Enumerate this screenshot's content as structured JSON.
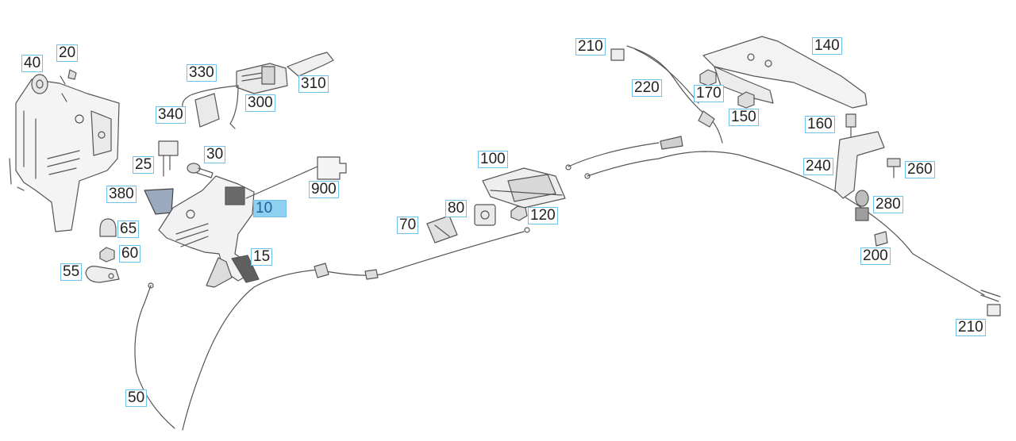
{
  "callouts": [
    {
      "id": "40",
      "label": "40"
    },
    {
      "id": "20",
      "label": "20"
    },
    {
      "id": "330",
      "label": "330"
    },
    {
      "id": "300",
      "label": "300"
    },
    {
      "id": "310",
      "label": "310"
    },
    {
      "id": "340",
      "label": "340"
    },
    {
      "id": "25",
      "label": "25"
    },
    {
      "id": "30",
      "label": "30"
    },
    {
      "id": "380",
      "label": "380"
    },
    {
      "id": "10",
      "label": "10",
      "selected": true
    },
    {
      "id": "900",
      "label": "900"
    },
    {
      "id": "65",
      "label": "65"
    },
    {
      "id": "60",
      "label": "60"
    },
    {
      "id": "55",
      "label": "55"
    },
    {
      "id": "15",
      "label": "15"
    },
    {
      "id": "50",
      "label": "50"
    },
    {
      "id": "100",
      "label": "100"
    },
    {
      "id": "80",
      "label": "80"
    },
    {
      "id": "70",
      "label": "70"
    },
    {
      "id": "120",
      "label": "120"
    },
    {
      "id": "210a",
      "label": "210"
    },
    {
      "id": "220",
      "label": "220"
    },
    {
      "id": "170",
      "label": "170"
    },
    {
      "id": "150",
      "label": "150"
    },
    {
      "id": "140",
      "label": "140"
    },
    {
      "id": "160",
      "label": "160"
    },
    {
      "id": "240",
      "label": "240"
    },
    {
      "id": "260",
      "label": "260"
    },
    {
      "id": "280",
      "label": "280"
    },
    {
      "id": "200",
      "label": "200"
    },
    {
      "id": "210b",
      "label": "210"
    }
  ],
  "colors": {
    "callout_border": "#6fc0ea",
    "selected_fill": "#8fd0f0",
    "selected_text": "#1f5f9e",
    "line_art": "#555555"
  }
}
